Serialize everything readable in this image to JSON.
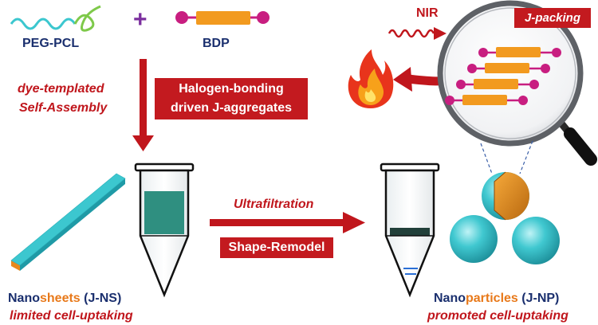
{
  "reactants": {
    "polymer": "PEG-PCL",
    "plus": "+",
    "dye": "BDP"
  },
  "assembly": {
    "process_line1": "dye-templated",
    "process_line2": "Self-Assembly",
    "mechanism_line1": "Halogen-bonding",
    "mechanism_line2": "driven J-aggregates"
  },
  "irradiation": {
    "source": "NIR",
    "packing": "J-packing"
  },
  "conversion": {
    "step1": "Ultrafiltration",
    "step2": "Shape-Remodel"
  },
  "sheets": {
    "prefix": "Nano",
    "highlight": "sheets",
    "tag": "(J-NS)",
    "note": "limited cell-uptaking"
  },
  "particles": {
    "prefix": "Nano",
    "highlight": "particles",
    "tag": "(J-NP)",
    "note": "promoted cell-uptaking"
  },
  "colors": {
    "navy": "#1a2f6e",
    "red": "#c0161c",
    "orange": "#f29a1f",
    "magenta": "#c81e80",
    "cyan": "#3cc7cf",
    "teal_liquid": "#2f8f80",
    "dark_liquid": "#22403a"
  },
  "icons": [
    "flame-icon",
    "magnifier-icon",
    "wave-arrow-icon",
    "tube-icon"
  ]
}
